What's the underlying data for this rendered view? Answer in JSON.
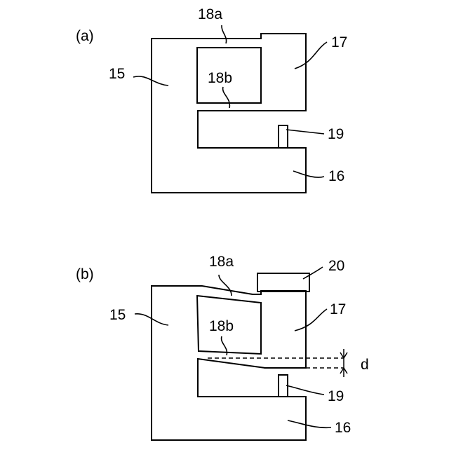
{
  "figure_a": {
    "caption": "(a)",
    "labels": {
      "block": "15",
      "lower_arm": "16",
      "upper_arm": "17",
      "upper_notch": "18a",
      "inner_slot": "18b",
      "pin": "19"
    }
  },
  "figure_b": {
    "caption": "(b)",
    "labels": {
      "block": "15",
      "lower_arm": "16",
      "upper_arm": "17",
      "upper_notch": "18a",
      "inner_slot": "18b",
      "pin": "19",
      "pad": "20",
      "gap": "d"
    }
  }
}
